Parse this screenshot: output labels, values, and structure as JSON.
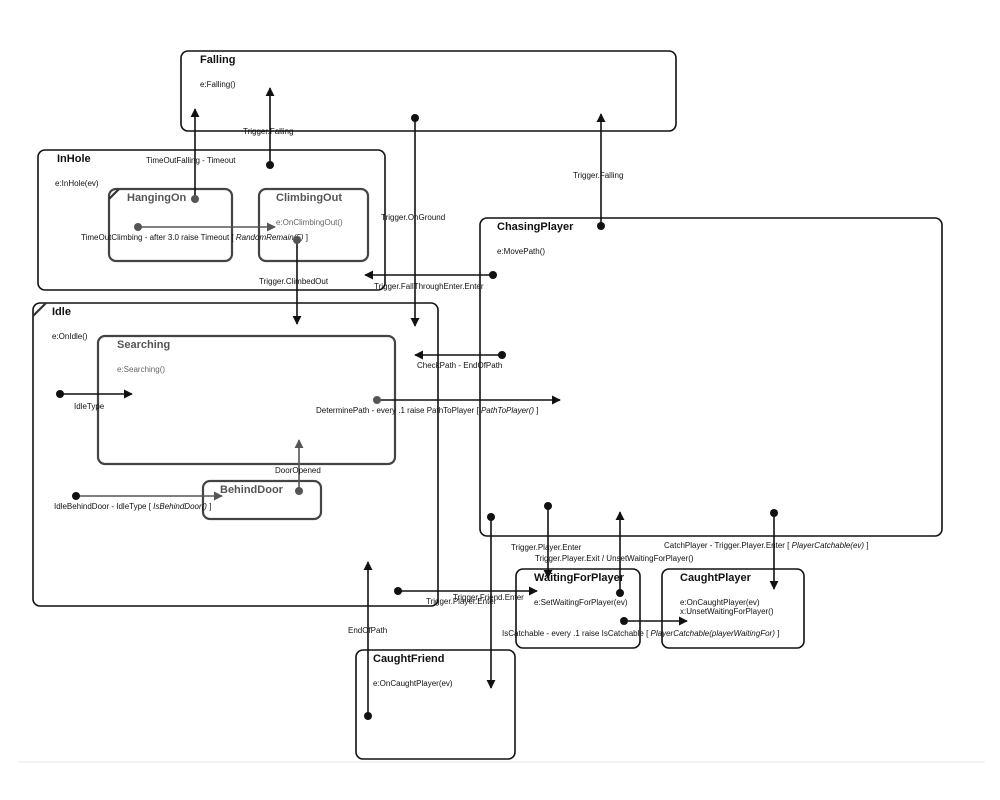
{
  "states": {
    "falling": {
      "name": "Falling",
      "entry": "e:Falling()"
    },
    "inhole": {
      "name": "InHole",
      "entry": "e:InHole(ev)"
    },
    "hangingon": {
      "name": "HangingOn"
    },
    "climbingout": {
      "name": "ClimbingOut",
      "entry": "e:OnClimbingOut()"
    },
    "chasingplayer": {
      "name": "ChasingPlayer",
      "entry": "e:MovePath()"
    },
    "idle": {
      "name": "Idle",
      "entry": "e:OnIdle()"
    },
    "searching": {
      "name": "Searching",
      "entry": "e:Searching()"
    },
    "behinddoor": {
      "name": "BehindDoor"
    },
    "waitingforplayer": {
      "name": "WaitingForPlayer",
      "entry": "e:SetWaitingForPlayer(ev)"
    },
    "caughtplayer": {
      "name": "CaughtPlayer",
      "entry": "e:OnCaughtPlayer(ev)",
      "exit": "x:UnsetWaitingForPlayer()"
    },
    "caughtfriend": {
      "name": "CaughtFriend",
      "entry": "e:OnCaughtPlayer(ev)"
    }
  },
  "transitions": {
    "trigger_falling_inhole": "Trigger.Falling",
    "timeout_falling": "TimeOutFalling - Timeout",
    "timeout_climbing_main": "TimeOutClimbing - after 3.0 raise Timeout [ ",
    "timeout_climbing_guard": "RandomRemain(5)",
    "timeout_climbing_end": " ]",
    "trigger_onground": "Trigger.OnGround",
    "trigger_falling_chasing": "Trigger.Falling",
    "trigger_climbedout": "Trigger.ClimbedOut",
    "trigger_fallthrough": "Trigger.FallThroughEnter.Enter",
    "checkpath": "CheckPath - EndOfPath",
    "idletype": "IdleType",
    "determinepath_main": "DeterminePath - every .1 raise PathToPlayer [ ",
    "determinepath_guard": "PathToPlayer()",
    "determinepath_end": " ]",
    "dooropened": "DoorOpened",
    "idlebehinddoor_main": "IdleBehindDoor - IdleType [ ",
    "idlebehinddoor_guard": "IsBehindDoor()",
    "idlebehinddoor_end": " ]",
    "trigger_player_enter_wait": "Trigger.Player.Enter",
    "trigger_player_exit": "Trigger.Player.Exit / UnsetWaitingForPlayer()",
    "catchplayer_main": "CatchPlayer - Trigger.Player.Enter [ ",
    "catchplayer_guard": "PlayerCatchable(ev)",
    "catchplayer_end": " ]",
    "trigger_friend_enter": "Trigger.Friend.Enter",
    "trigger_player_enter_idle": "Trigger.Player.Enter",
    "iscatchable_main": "IsCatchable - every .1 raise IsCatchable [ ",
    "iscatchable_guard": "PlayerCatchable(playerWaitingFor)",
    "iscatchable_end": " ]",
    "endofpath": "EndOfPath"
  }
}
